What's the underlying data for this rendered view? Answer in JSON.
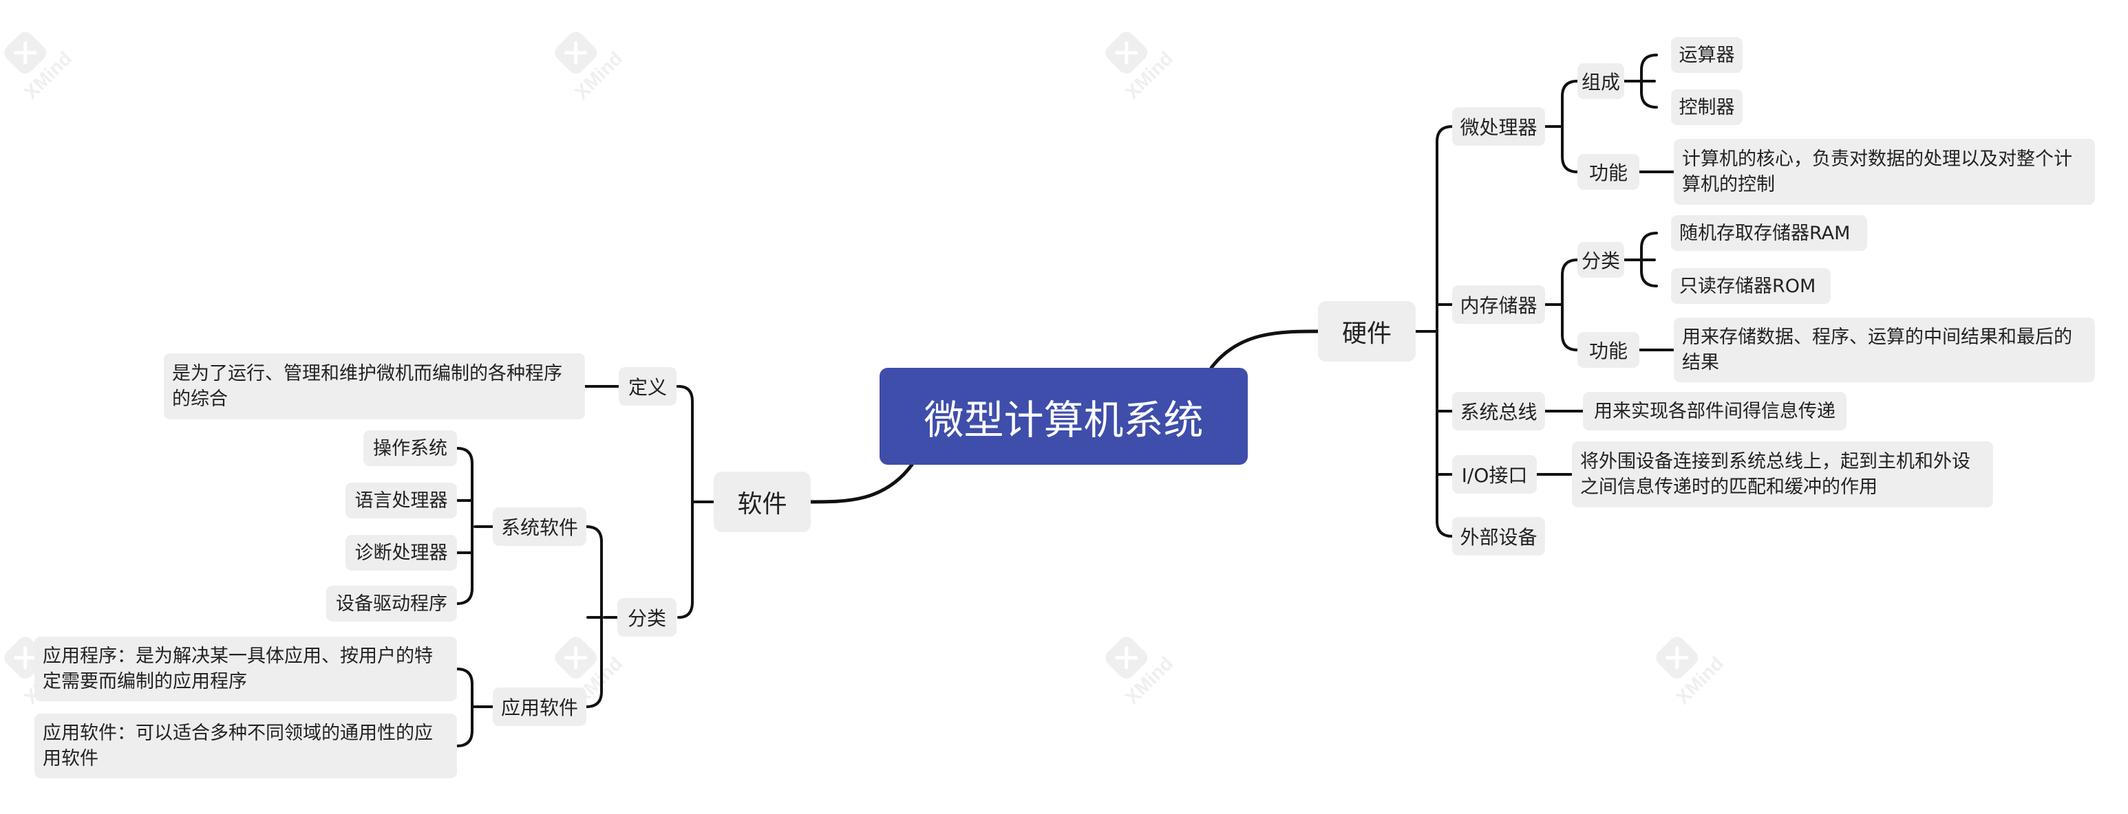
{
  "watermark": {
    "brand": "XMind",
    "icon": "x-logo-icon"
  },
  "colors": {
    "root_bg": "#3f4eaa",
    "node_bg": "#eeeeee",
    "line": "#111111",
    "text": "#222222"
  },
  "mindmap": {
    "root": "微型计算机系统",
    "hardware": {
      "label": "硬件",
      "microprocessor": {
        "label": "微处理器",
        "composition": {
          "label": "组成",
          "items": [
            "运算器",
            "控制器"
          ]
        },
        "function": {
          "label": "功能",
          "lines": [
            "计算机的核心，负责对数据的处理以及对整个计",
            "算机的控制"
          ]
        }
      },
      "memory": {
        "label": "内存储器",
        "category": {
          "label": "分类",
          "items": [
            "随机存取存储器RAM",
            "只读存储器ROM"
          ]
        },
        "function": {
          "label": "功能",
          "lines": [
            "用来存储数据、程序、运算的中间结果和最后的",
            "结果"
          ]
        }
      },
      "bus": {
        "label": "系统总线",
        "desc": "用来实现各部件间得信息传递"
      },
      "io": {
        "label": "I/O接口",
        "lines": [
          "将外围设备连接到系统总线上，起到主机和外设",
          "之间信息传递时的匹配和缓冲的作用"
        ]
      },
      "external": {
        "label": "外部设备"
      }
    },
    "software": {
      "label": "软件",
      "definition": {
        "label": "定义",
        "lines": [
          "是为了运行、管理和维护微机而编制的各种程序",
          "的综合"
        ]
      },
      "category": {
        "label": "分类",
        "system": {
          "label": "系统软件",
          "items": [
            "操作系统",
            "语言处理器",
            "诊断处理器",
            "设备驱动程序"
          ]
        },
        "application": {
          "label": "应用软件",
          "items": [
            {
              "lines": [
                "应用程序：是为解决某一具体应用、按用户的特",
                "定需要而编制的应用程序"
              ]
            },
            {
              "lines": [
                "应用软件：可以适合多种不同领域的通用性的应",
                "用软件"
              ]
            }
          ]
        }
      }
    }
  }
}
